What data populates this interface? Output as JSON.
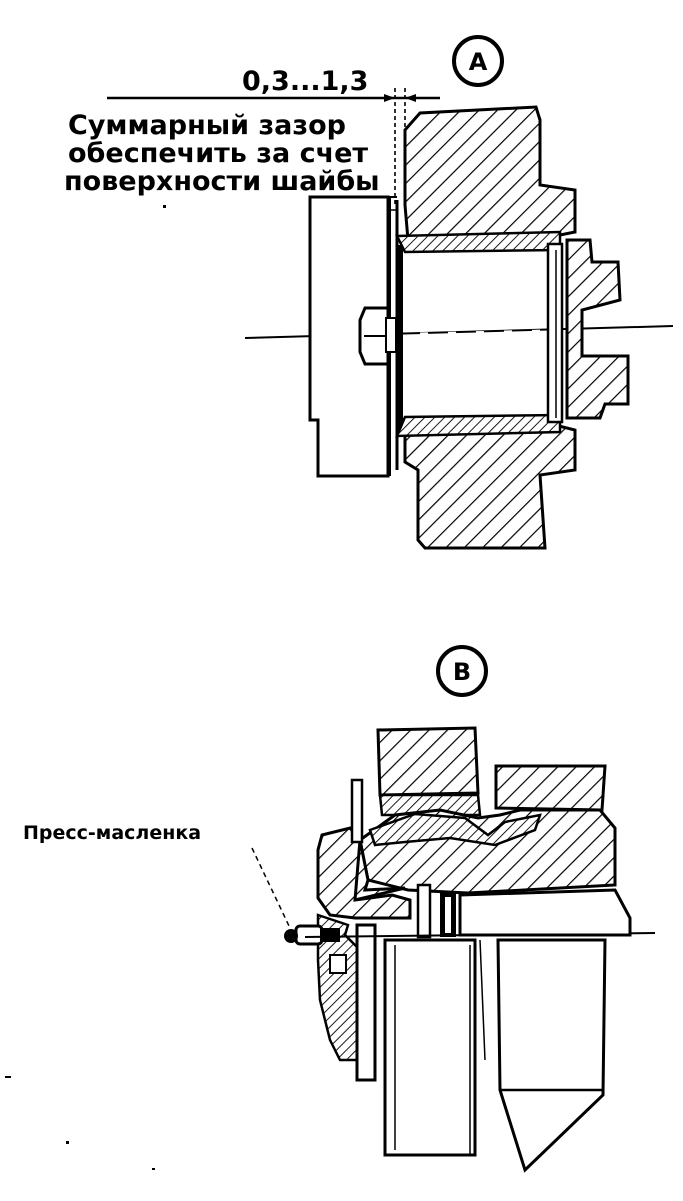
{
  "view_a": {
    "label": "A",
    "dimension": "0,3...1,3",
    "note_lines": [
      "Суммарный зазор",
      "обеспечить за счет",
      "поверхности шайбы"
    ]
  },
  "view_b": {
    "label": "B",
    "callout": "Пресс-масленка"
  },
  "colors": {
    "ink": "#000000",
    "paper": "#ffffff"
  }
}
